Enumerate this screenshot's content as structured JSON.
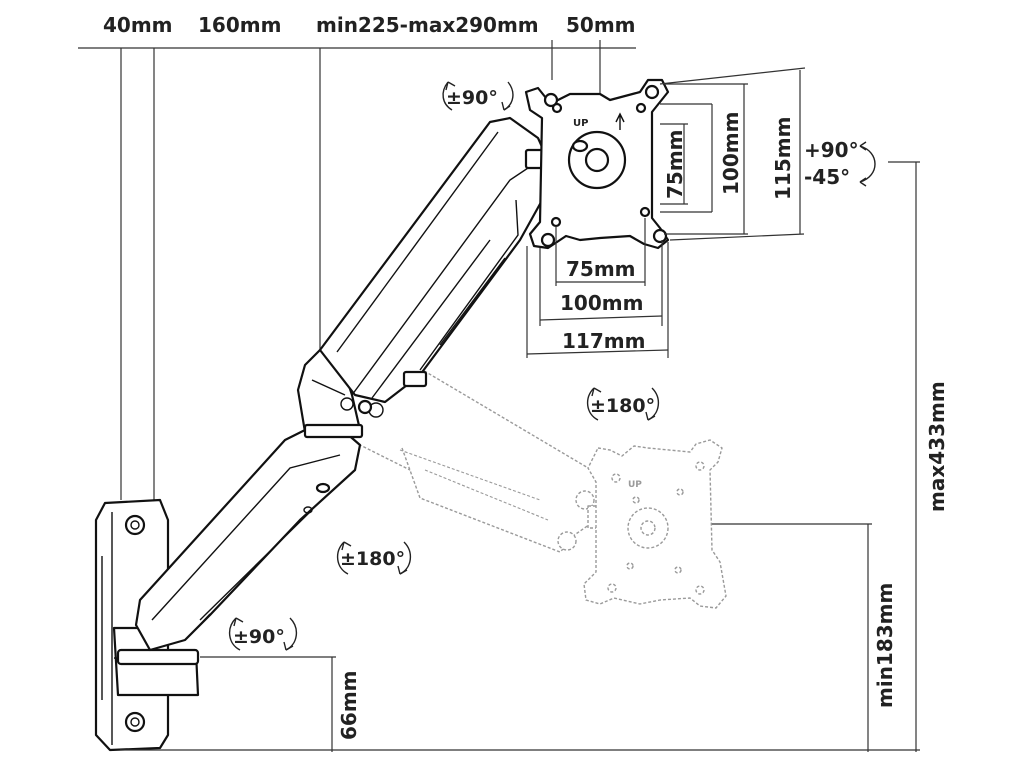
{
  "dimensions": {
    "wall_plate_width": "40mm",
    "arm_reach_segment": "160mm",
    "arm_extension": "min225-max290mm",
    "head_offset": "50mm",
    "vesa_v_75": "75mm",
    "vesa_v_100": "100mm",
    "plate_height": "115mm",
    "vesa_h_75": "75mm",
    "vesa_h_100": "100mm",
    "plate_width": "117mm",
    "max_height": "max433mm",
    "min_height": "min183mm",
    "base_height": "66mm"
  },
  "rotations": {
    "head_swivel": "±90°",
    "tilt_up": "+90°",
    "tilt_down": "-45°",
    "arm_pivot": "±180°",
    "lower_pivot": "±180°",
    "base_swivel": "±90°"
  },
  "plate_mark": "UP"
}
